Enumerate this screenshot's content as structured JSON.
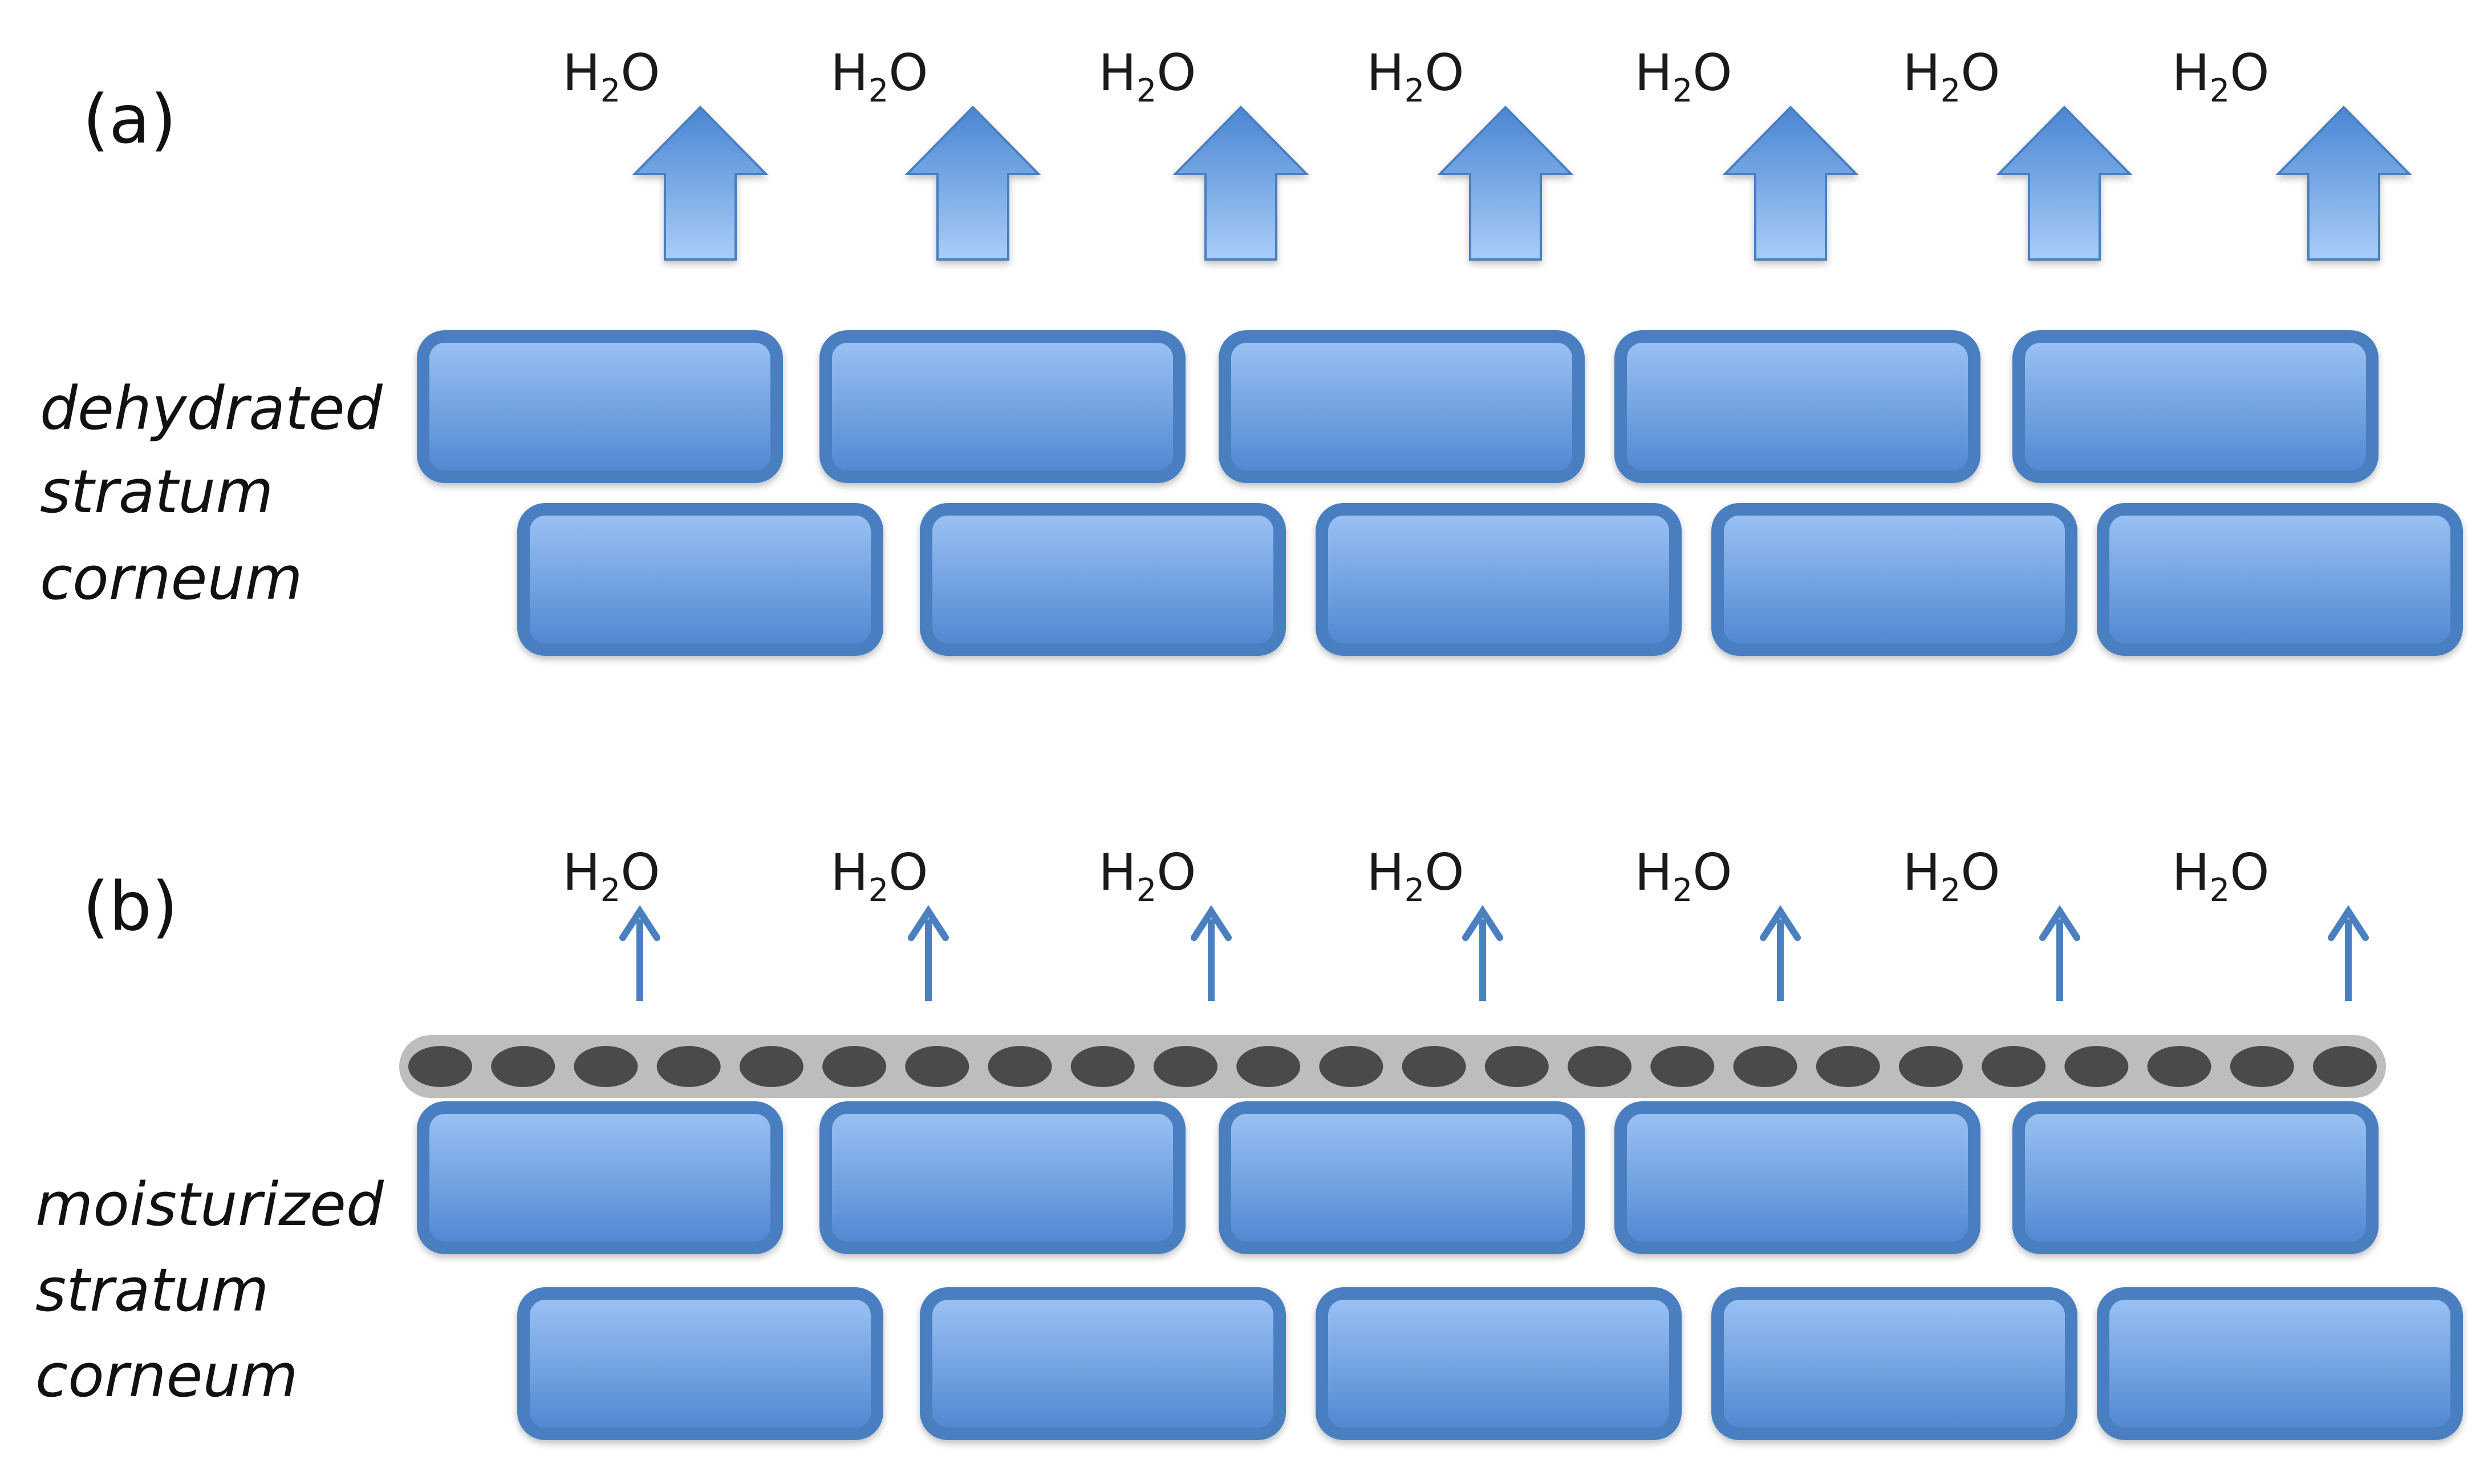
{
  "panels": [
    {
      "id": "a",
      "label": "(a)",
      "caption_lines": [
        "dehydrated",
        "stratum",
        "corneum"
      ],
      "evaporation": "high",
      "has_moisturizer_layer": false
    },
    {
      "id": "b",
      "label": "(b)",
      "caption_lines": [
        "moisturized",
        "stratum",
        "corneum"
      ],
      "evaporation": "low",
      "has_moisturizer_layer": true
    }
  ],
  "water": {
    "prefix": "H",
    "subscript": "2",
    "suffix": "O",
    "count": 7
  },
  "cells": {
    "top_row_count": 5,
    "bottom_row_count": 5
  },
  "moisturizer": {
    "droplet_count": 24
  },
  "colors": {
    "cell_fill_top": "#9cc3f5",
    "cell_fill_bottom": "#4f86d0",
    "cell_stroke": "#4a7fc0",
    "arrow_fill_top": "#4a86d3",
    "arrow_fill_bottom": "#a9cdf7",
    "arrow_stroke": "#4a7fc0",
    "droplet_fill": "#4a4a4a",
    "droplet_halo": "#bdbdbd"
  }
}
